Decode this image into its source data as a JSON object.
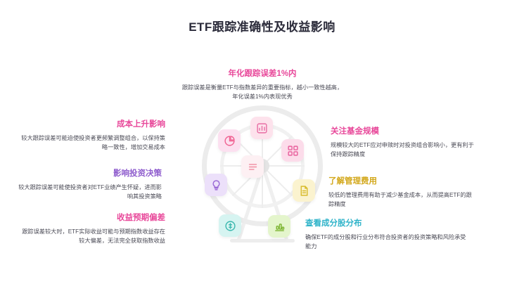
{
  "title": "ETF跟踪准确性及收益影响",
  "colors": {
    "pink": "#f49ac1",
    "magenta": "#e86ea4",
    "purple": "#9b6ad6",
    "blue": "#4aa3df",
    "green": "#8cc63f",
    "yellow": "#f2d648",
    "teal": "#4ec9c0",
    "rose": "#f07c8f"
  },
  "items": [
    {
      "id": "tracking-error",
      "heading": "年化跟踪误差1%内",
      "body": "跟踪误差是衡量ETF与指数差异的重要指标，越小一致性越高，年化误差1%内表现优秀",
      "color": "#e86ea4",
      "icon": "chart-icon"
    },
    {
      "id": "cost-rise",
      "heading": "成本上升影响",
      "body": "较大跟踪误差可能迫使投资者更频繁调整组合，以保持策略一致性，增加交易成本",
      "color": "#f06292",
      "icon": "pie-icon"
    },
    {
      "id": "fund-scale",
      "heading": "关注基金规模",
      "body": "规模较大的ETF应对申赎时对投资组合影响小，更有利于保持跟踪精度",
      "color": "#e85f9c",
      "icon": "grid-icon"
    },
    {
      "id": "investment-decision",
      "heading": "影响投资决策",
      "body": "较大跟踪误差可能使投资者对ETF业绩产生怀疑，进而影响其投资策略",
      "color": "#9b6ad6",
      "icon": "bulb-icon"
    },
    {
      "id": "management-fee",
      "heading": "了解管理费用",
      "body": "较低的管理费用有助于减少基金成本，从而提高ETF的跟踪精度",
      "color": "#e8c93f",
      "icon": "doc-icon"
    },
    {
      "id": "return-deviation",
      "heading": "收益预期偏差",
      "body": "跟踪误差较大时，ETF实际收益可能与预期指数收益存在较大偏差，无法完全获取指数收益",
      "color": "#f2994a",
      "icon": "coin-icon"
    },
    {
      "id": "holdings-distribution",
      "heading": "查看成分股分布",
      "body": "确保ETF的成分股和行业分布符合投资者的投资策略和风险承受能力",
      "color": "#4ec9c0",
      "icon": "list-icon"
    },
    {
      "id": "cabin-green",
      "heading": "",
      "body": "",
      "color": "#8cc63f",
      "icon": "bar-icon"
    }
  ]
}
